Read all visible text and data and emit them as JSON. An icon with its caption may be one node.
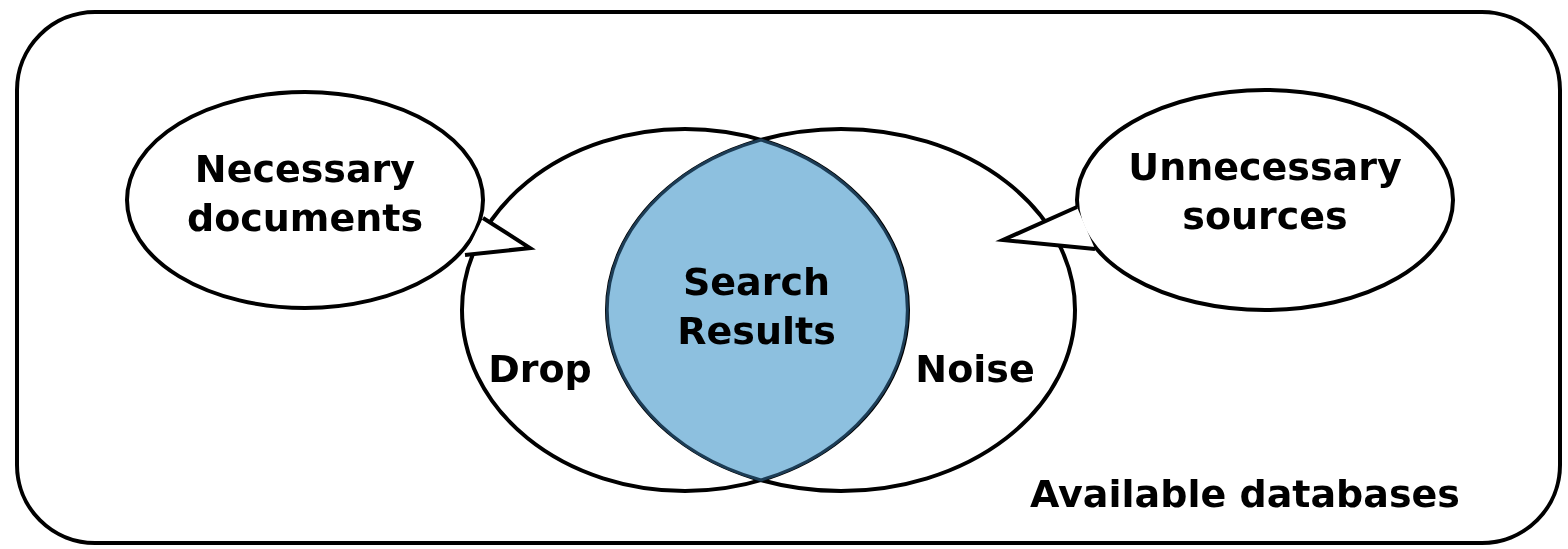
{
  "diagram": {
    "nodes": [
      {
        "text": [
          "Available databases"
        ]
      },
      {
        "text": [
          "Drop"
        ],
        "in": 0
      },
      {
        "text": [
          "Search Results"
        ]
      },
      {
        "text": [
          "Noise"
        ],
        "in": 0
      },
      {
        "text": [
          "Necessary documents"
        ],
        "in": 0
      },
      {
        "text": [
          "Unnecessary sources"
        ],
        "in": 0
      }
    ]
  }
}
